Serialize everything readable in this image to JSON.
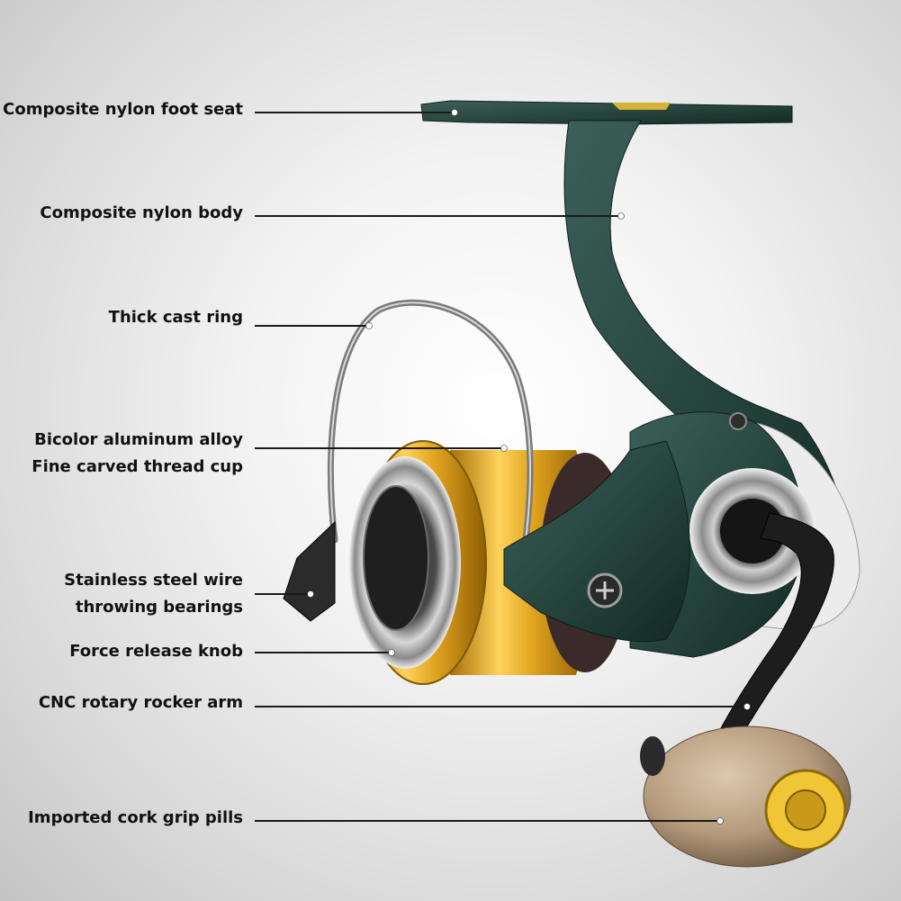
{
  "callouts": [
    {
      "lines": [
        "Composite nylon foot seat"
      ]
    },
    {
      "lines": [
        "Composite nylon body"
      ]
    },
    {
      "lines": [
        "Thick cast ring"
      ]
    },
    {
      "lines": [
        "Bicolor aluminum alloy",
        "Fine carved thread cup"
      ]
    },
    {
      "lines": [
        "Stainless steel wire",
        "throwing bearings"
      ]
    },
    {
      "lines": [
        "Force release knob"
      ]
    },
    {
      "lines": [
        "CNC rotary rocker arm"
      ]
    },
    {
      "lines": [
        "Imported cork grip pills"
      ]
    }
  ],
  "colors": {
    "body_green": "#27463f",
    "spool_gold": "#e0a21e",
    "cork": "#b49a7c",
    "leader_line": "#1a1a1a"
  }
}
